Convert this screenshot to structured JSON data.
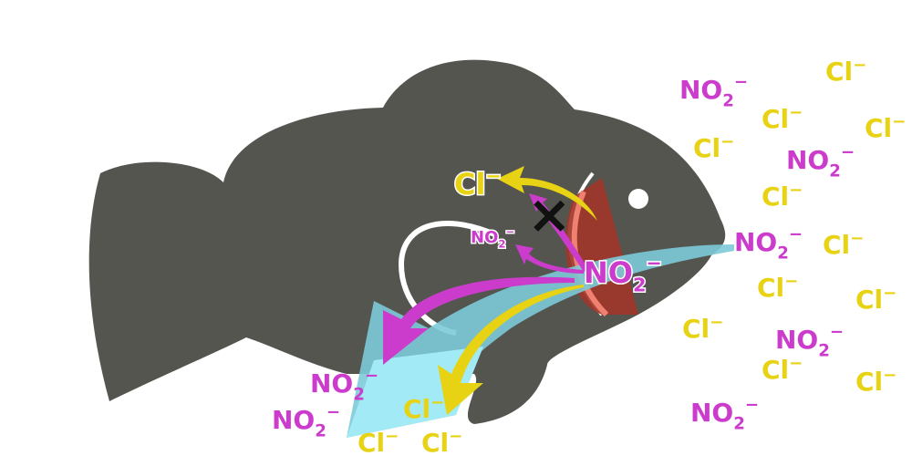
{
  "ions": {
    "chloride": {
      "symbol": "Cl",
      "charge": "−"
    },
    "nitrite": {
      "symbol": "NO",
      "subscript": "2",
      "charge": "−"
    }
  },
  "water_ions": [
    "nitrite",
    "chloride",
    "chloride",
    "chloride",
    "nitrite",
    "chloride",
    "chloride",
    "nitrite",
    "chloride",
    "chloride",
    "chloride",
    "chloride",
    "nitrite",
    "chloride",
    "chloride",
    "nitrite"
  ],
  "excreted_ions": [
    "nitrite",
    "nitrite",
    "chloride",
    "chloride",
    "chloride"
  ],
  "internal_ions": [
    "chloride",
    "nitrite",
    "nitrite"
  ],
  "blocked_marker": "×",
  "colors": {
    "fish": "#555550",
    "chloride": "#e8d214",
    "nitrite": "#cc3ccc",
    "gill": "#a0362a",
    "water": "#7ccbd8",
    "outflow": "#a2eaf5"
  }
}
